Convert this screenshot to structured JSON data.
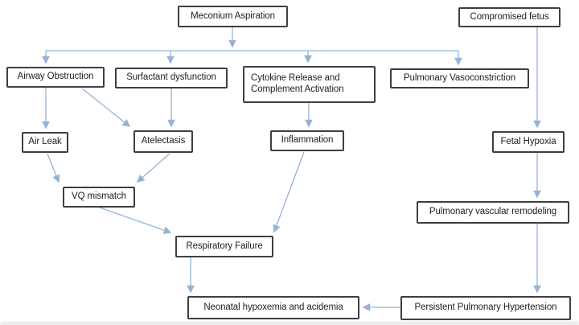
{
  "diagram": {
    "nodes": {
      "meconium_aspiration": {
        "label": "Meconium Aspiration"
      },
      "compromised_fetus": {
        "label": "Compromised fetus"
      },
      "airway_obstruction": {
        "label": "Airway Obstruction"
      },
      "surfactant_dysfunction": {
        "label": "Surfactant dysfunction"
      },
      "cytokine_release": {
        "label": "Cytokine Release and Complement Activation"
      },
      "pulmonary_vasoconstriction": {
        "label": "Pulmonary Vasoconstriction"
      },
      "air_leak": {
        "label": "Air Leak"
      },
      "atelectasis": {
        "label": "Atelectasis"
      },
      "inflammation": {
        "label": "Inflammation"
      },
      "fetal_hypoxia": {
        "label": "Fetal Hypoxia"
      },
      "vq_mismatch": {
        "label": "VQ mismatch"
      },
      "pulmonary_vascular_remodeling": {
        "label": "Pulmonary vascular remodeling"
      },
      "respiratory_failure": {
        "label": "Respiratory Failure"
      },
      "neonatal_hypoxemia": {
        "label": "Neonatal hypoxemia and acidemia"
      },
      "persistent_pulmonary_hypertension": {
        "label": "Persistent Pulmonary Hypertension"
      }
    },
    "edges": [
      {
        "from": "Meconium Aspiration",
        "to": "Airway Obstruction"
      },
      {
        "from": "Meconium Aspiration",
        "to": "Surfactant dysfunction"
      },
      {
        "from": "Meconium Aspiration",
        "to": "Cytokine Release and Complement Activation"
      },
      {
        "from": "Meconium Aspiration",
        "to": "Pulmonary Vasoconstriction"
      },
      {
        "from": "Compromised fetus",
        "to": "Fetal Hypoxia"
      },
      {
        "from": "Airway Obstruction",
        "to": "Air Leak"
      },
      {
        "from": "Airway Obstruction",
        "to": "Atelectasis"
      },
      {
        "from": "Surfactant dysfunction",
        "to": "Atelectasis"
      },
      {
        "from": "Cytokine Release and Complement Activation",
        "to": "Inflammation"
      },
      {
        "from": "Air Leak",
        "to": "VQ mismatch"
      },
      {
        "from": "Atelectasis",
        "to": "VQ mismatch"
      },
      {
        "from": "VQ mismatch",
        "to": "Respiratory Failure"
      },
      {
        "from": "Inflammation",
        "to": "Respiratory Failure"
      },
      {
        "from": "Fetal Hypoxia",
        "to": "Pulmonary vascular remodeling"
      },
      {
        "from": "Pulmonary vascular remodeling",
        "to": "Persistent Pulmonary Hypertension"
      },
      {
        "from": "Respiratory Failure",
        "to": "Neonatal hypoxemia and acidemia"
      },
      {
        "from": "Persistent Pulmonary Hypertension",
        "to": "Neonatal hypoxemia and acidemia"
      }
    ],
    "colors": {
      "connector": "#95B3D7",
      "node_border": "#3F3F3F",
      "node_text": "#1F1F1F",
      "background": "#FFFFFF"
    }
  }
}
